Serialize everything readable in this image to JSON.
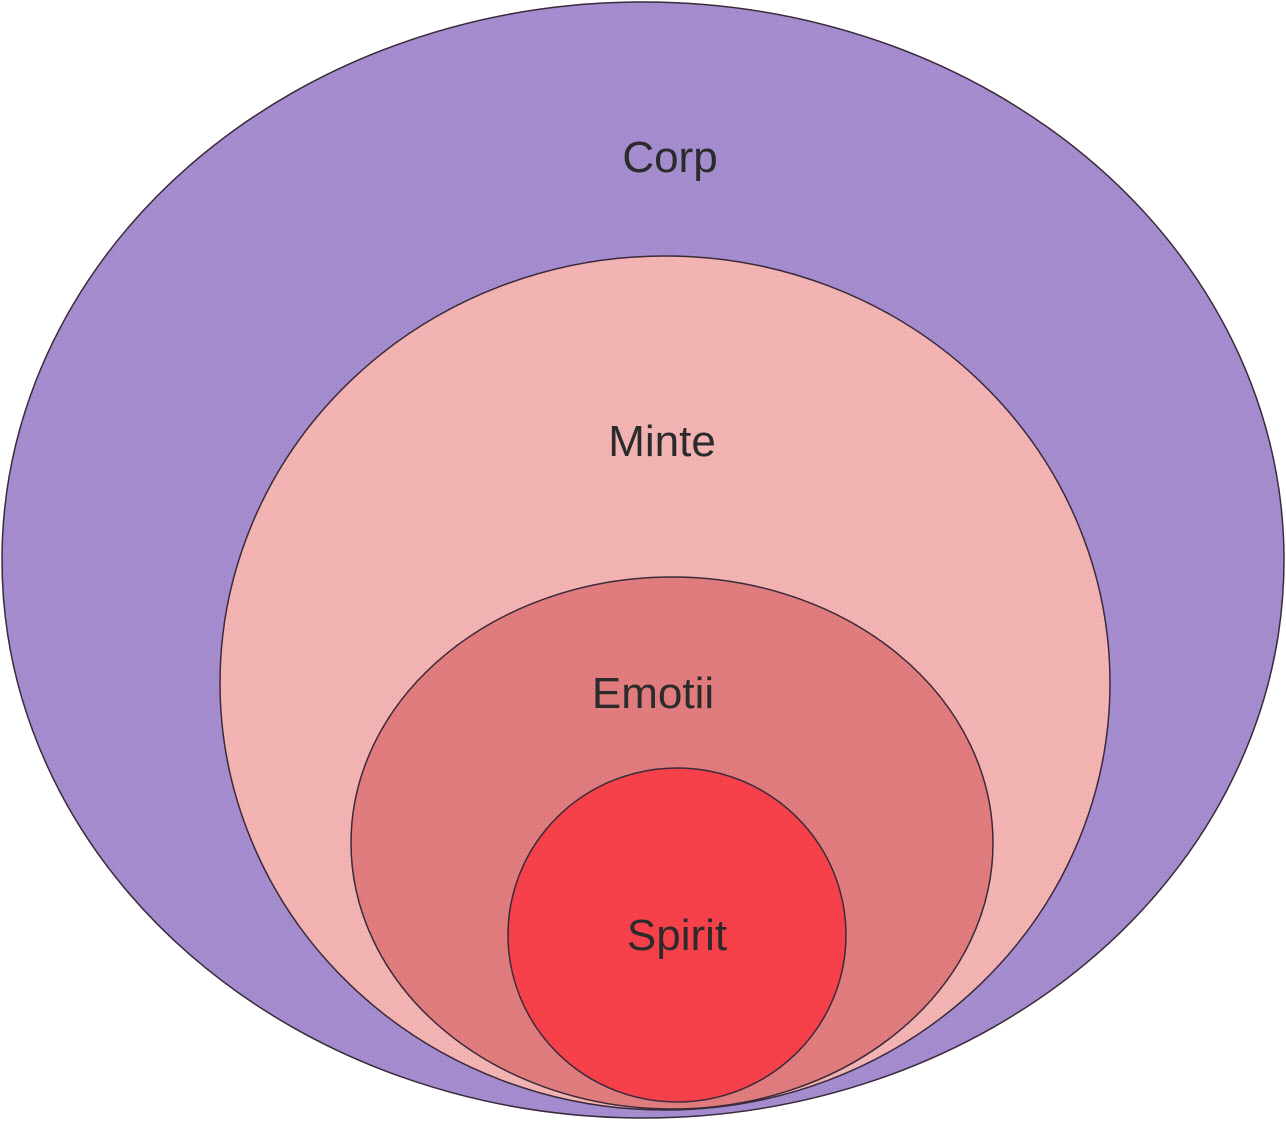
{
  "diagram": {
    "type": "nested-circles",
    "layers": [
      {
        "label": "Corp",
        "color": "#a48cce"
      },
      {
        "label": "Minte",
        "color": "#f4b3b3"
      },
      {
        "label": "Emotii",
        "color": "#e07c7e"
      },
      {
        "label": "Spirit",
        "color": "#f6414a"
      }
    ]
  }
}
